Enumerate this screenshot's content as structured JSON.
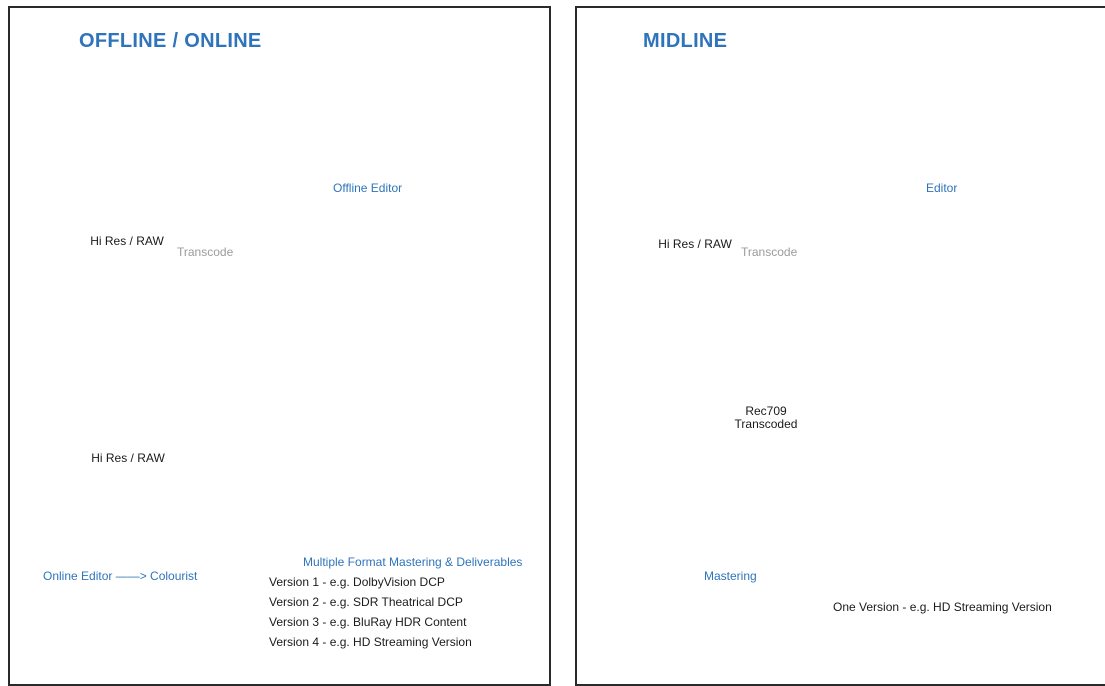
{
  "colors": {
    "accent": "#2f74bb",
    "stroke": "#1a1a1a",
    "secondary": "#9c9c9c"
  },
  "offline_online": {
    "title": "OFFLINE / ONLINE",
    "camera_icon": "video-camera-icon",
    "source_storage": "Hi Res / RAW",
    "transcode_label": "Transcode",
    "offline_editor_label": "Offline Editor",
    "online_storage": "Hi Res / RAW",
    "online_editor_label": "Online Editor ——> Colourist",
    "deliverables_heading": "Multiple Format Mastering & Deliverables",
    "versions": [
      "Version 1 - e.g. DolbyVision DCP",
      "Version 2 - e.g. SDR Theatrical DCP",
      "Version 3 - e.g. BluRay HDR Content",
      "Version 4 - e.g. HD Streaming Version"
    ]
  },
  "midline": {
    "title": "MIDLINE",
    "camera_icon": "video-camera-icon",
    "source_storage": "Hi Res / RAW",
    "transcode_label": "Transcode",
    "editor_label": "Editor",
    "transcoded_storage_line1": "Rec709",
    "transcoded_storage_line2": "Transcoded",
    "mastering_label": "Mastering",
    "output_label": "One Version - e.g. HD Streaming Version"
  }
}
